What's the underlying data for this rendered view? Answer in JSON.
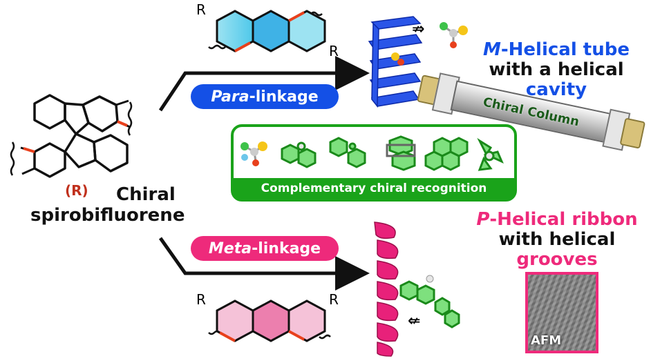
{
  "left_molecule": {
    "stereo_label": "(R)",
    "name_line1": "Chiral",
    "name_line2": "spirobifluorene"
  },
  "top_branch": {
    "pill_italic": "Para",
    "pill_rest": "-linkage",
    "substituent_1": "R",
    "substituent_2": "R",
    "title_italic": "M",
    "title_line1_rest": "-Helical tube",
    "title_line2": "with a helical",
    "title_line3": "cavity",
    "column_label": "Chiral Column"
  },
  "middle_box": {
    "caption": "Complementary chiral recognition"
  },
  "bottom_branch": {
    "pill_italic": "Meta",
    "pill_rest": "-linkage",
    "substituent_1": "R",
    "substituent_2": "R",
    "title_italic": "P",
    "title_line1_rest": "-Helical ribbon",
    "title_line2": "with helical",
    "title_line3": "grooves",
    "afm_label": "AFM"
  },
  "colors": {
    "blue": "#1450e6",
    "pink": "#ee2a7b",
    "green": "#1aa31a",
    "red_bond": "#e8401c",
    "stereo_red": "#c0301c"
  }
}
